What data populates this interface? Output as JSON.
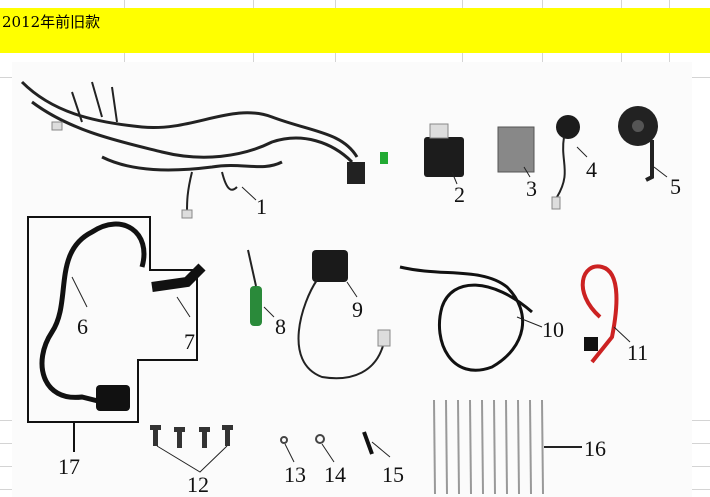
{
  "cell": {
    "text": "2012年前旧款",
    "fill": "#ffff00"
  },
  "diagram": {
    "labels": [
      "1",
      "2",
      "3",
      "4",
      "5",
      "6",
      "7",
      "8",
      "9",
      "10",
      "11",
      "12",
      "13",
      "14",
      "15",
      "16",
      "17"
    ]
  }
}
